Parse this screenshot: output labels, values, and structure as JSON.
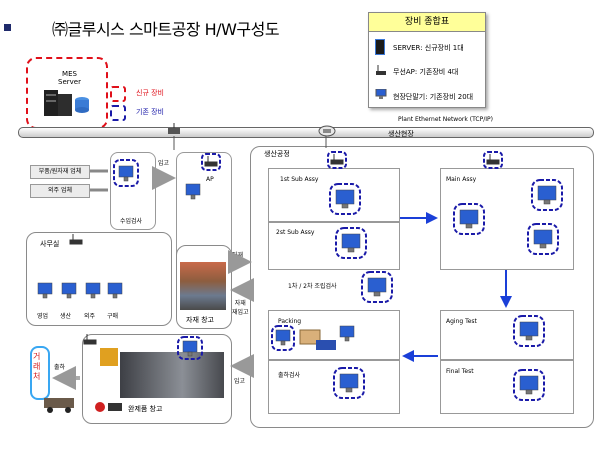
{
  "title": "㈜글루시스 스마트공장 H/W구성도",
  "legend": {
    "header": "장비 종합표",
    "items": [
      {
        "label": "SERVER: 신규장비 1대"
      },
      {
        "label": "무선AP: 기존장비 4대"
      },
      {
        "label": "현장단말기: 기존장비 20대"
      }
    ]
  },
  "mes_server": {
    "label": "MES\nServer"
  },
  "key": {
    "new_label": "신규 장비",
    "existing_label": "기존 장비"
  },
  "network": {
    "label": "Plant Ethernet Network (TCP/IP)",
    "field_label": "생산현장"
  },
  "external": {
    "raw": "부품/원자재 업체",
    "outsource": "외주 업체",
    "inbound": "입고",
    "ap": "AP",
    "incoming_inspection": "수입검사"
  },
  "office": {
    "label": "사무실",
    "departments": [
      "영업",
      "생산",
      "외주",
      "구매"
    ]
  },
  "warehouse": {
    "label": "자재 창고",
    "out_label": "자재\n출고",
    "return_label": "자재\n재입고"
  },
  "production": {
    "label": "생산공정",
    "sub1": "1st  Sub Assy",
    "sub2": "2st Sub Assy",
    "main": "Main Assy",
    "assy_inspect": "1차  / 2차  조립검사",
    "packing": "Packing",
    "aging": "Aging Test",
    "ship_inspect": "출하검사",
    "final": "Final Test"
  },
  "finished": {
    "label": "완제품 창고",
    "inbound": "입고",
    "outbound": "출하",
    "customer": "거래처"
  }
}
